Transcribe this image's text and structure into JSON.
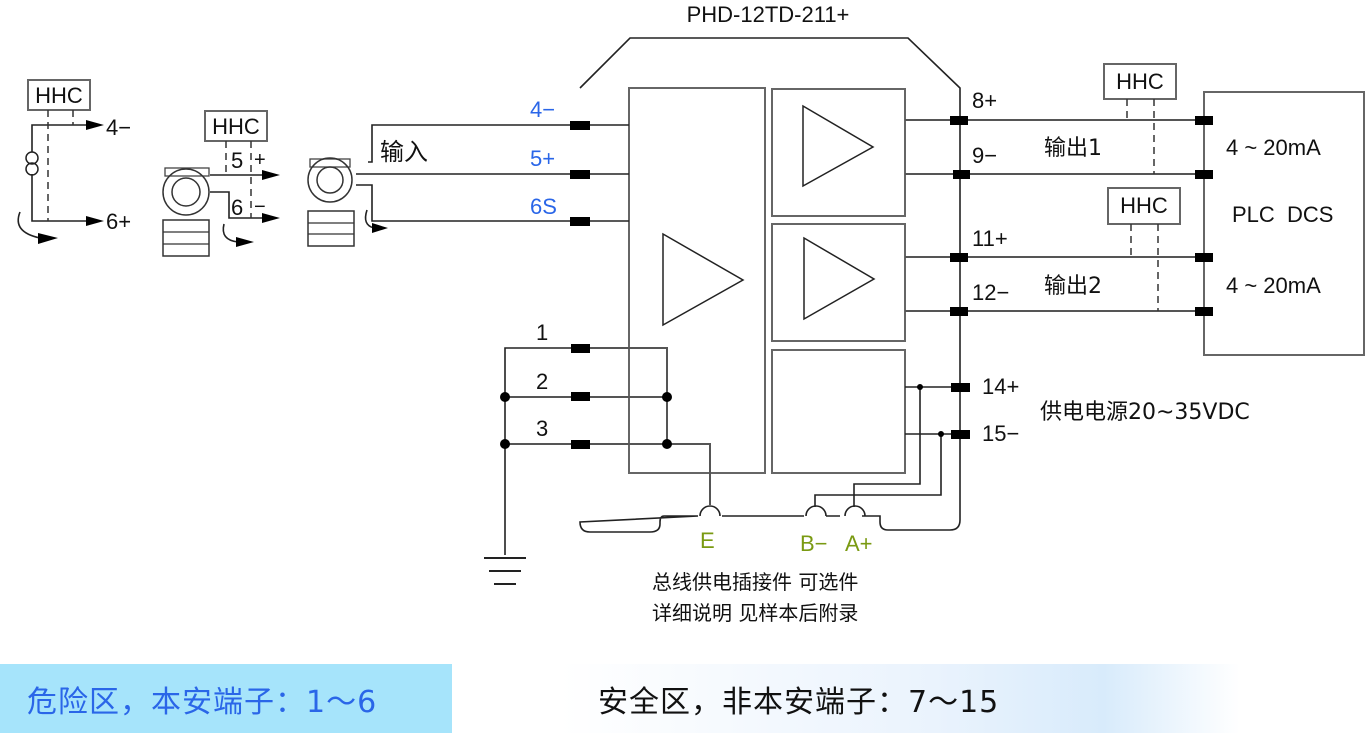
{
  "device": {
    "model": "PHD-12TD-211+"
  },
  "input_side": {
    "input_label": "输入",
    "terminals": [
      {
        "id": "4-",
        "label": "4−"
      },
      {
        "id": "5+",
        "label": "5+"
      },
      {
        "id": "6S",
        "label": "6S"
      }
    ],
    "ground_terminals": [
      {
        "label": "1"
      },
      {
        "label": "2"
      },
      {
        "label": "3"
      }
    ],
    "field_devices": [
      {
        "name": "two-wire-current-source",
        "hhc": "HHC",
        "labels": [
          "4−",
          "6+"
        ]
      },
      {
        "name": "transmitter-a",
        "hhc": "HHC",
        "labels": [
          "5",
          "+",
          "6",
          "−"
        ]
      },
      {
        "name": "transmitter-b"
      }
    ]
  },
  "output_side": {
    "terminals": [
      {
        "label": "8+"
      },
      {
        "label": "9−"
      },
      {
        "label": "11+"
      },
      {
        "label": "12−"
      },
      {
        "label": "14+"
      },
      {
        "label": "15−"
      }
    ],
    "output1_label": "输出1",
    "output2_label": "输出2",
    "hhc1": "HHC",
    "hhc2": "HHC",
    "power_label": "供电电源20~35VDC"
  },
  "plc": {
    "range1": "4 ~ 20mA",
    "title": "PLC  DCS",
    "range2": "4 ~ 20mA"
  },
  "bus_connector": {
    "pins": [
      "E",
      "B−",
      "A+"
    ],
    "note_line1": "总线供电插接件 可选件",
    "note_line2": "详细说明 见样本后附录"
  },
  "zones": {
    "hazardous": "危险区，本安端子：1～6",
    "safe": "安全区，非本安端子：7～15"
  },
  "colors": {
    "terminal_input_blue": "#2a66e8",
    "bus_pin_green": "#7a9a12",
    "hazard_band": "#a6e4fb"
  }
}
